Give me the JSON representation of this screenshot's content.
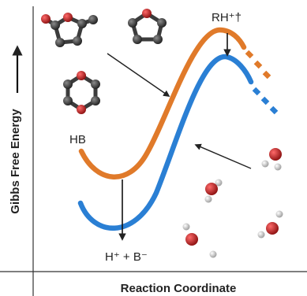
{
  "axes": {
    "y_label": "Gibbs Free Energy",
    "x_label": "Reaction Coordinate"
  },
  "labels": {
    "transition_state": "RH⁺†",
    "reactant": "HB",
    "product": "H⁺ + B⁻"
  },
  "curves": [
    {
      "name": "orange",
      "color": "#e07a2a"
    },
    {
      "name": "blue",
      "color": "#2a7fd4"
    }
  ],
  "molecules": {
    "atom_carbon": "#3a3a3a",
    "atom_oxygen": "#cc2222",
    "atom_hydrogen": "#e8e8e8"
  }
}
